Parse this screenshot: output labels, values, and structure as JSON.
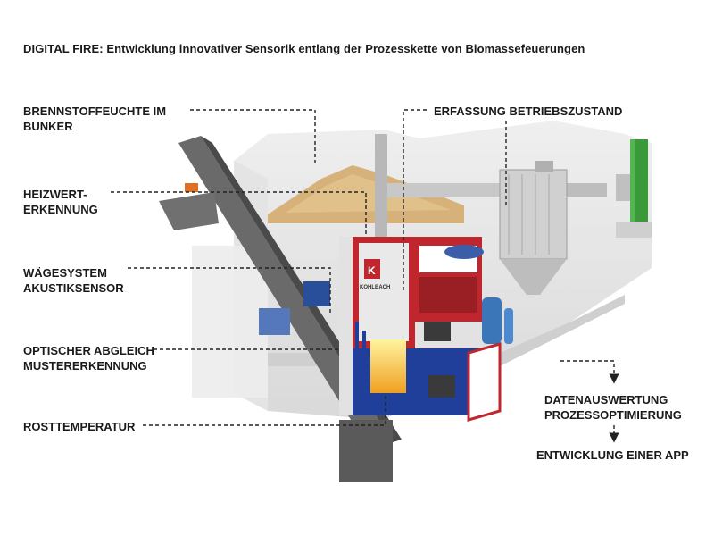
{
  "title": "DIGITAL FIRE: Entwicklung innovativer Sensorik entlang der Prozesskette von Biomassefeuerungen",
  "labels": {
    "fuel_moisture": [
      "BRENNSTOFFEUCHTE IM",
      "BUNKER"
    ],
    "calorific": [
      "HEIZWERT-",
      "ERKENNUNG"
    ],
    "weighing": [
      "WÄGESYSTEM",
      "AKUSTIKSENSOR"
    ],
    "optical": [
      "OPTISCHER ABGLEICH",
      "MUSTERERKENNUNG"
    ],
    "grate_temp": "ROSTTEMPERATUR",
    "operating_state": "ERFASSUNG BETRIEBSZUSTAND",
    "data_analysis": [
      "DATENAUSWERTUNG",
      "PROZESSOPTIMIERUNG"
    ],
    "app": "ENTWICKLUNG EINER APP"
  },
  "boiler_brand": "KOHLBACH",
  "colors": {
    "boiler_red": "#c0262d",
    "boiler_blue": "#1f3f9a",
    "chimney_green": "#3a9a3a",
    "wood_chips": "#d6b27a",
    "leader_line": "#222222"
  }
}
